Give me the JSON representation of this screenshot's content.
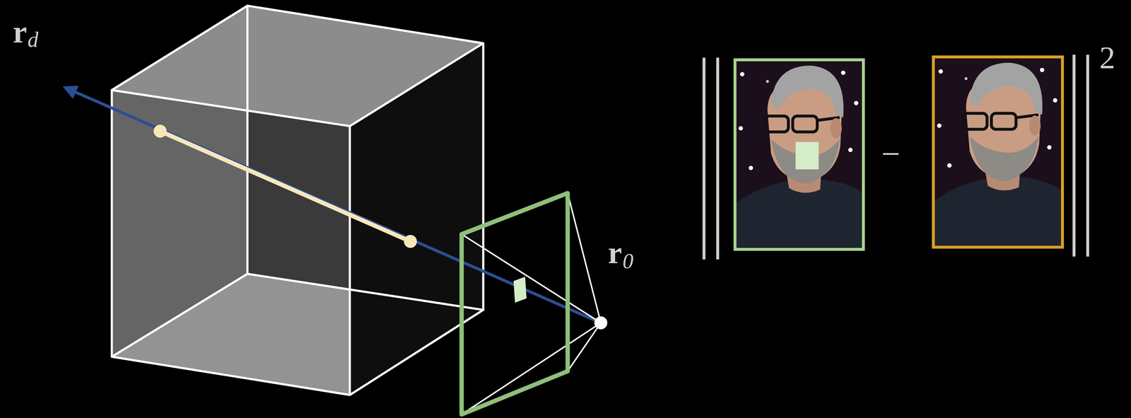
{
  "diagram": {
    "labels": [
      "r",
      "d",
      "r",
      "0",
      "−",
      "2"
    ]
  }
}
